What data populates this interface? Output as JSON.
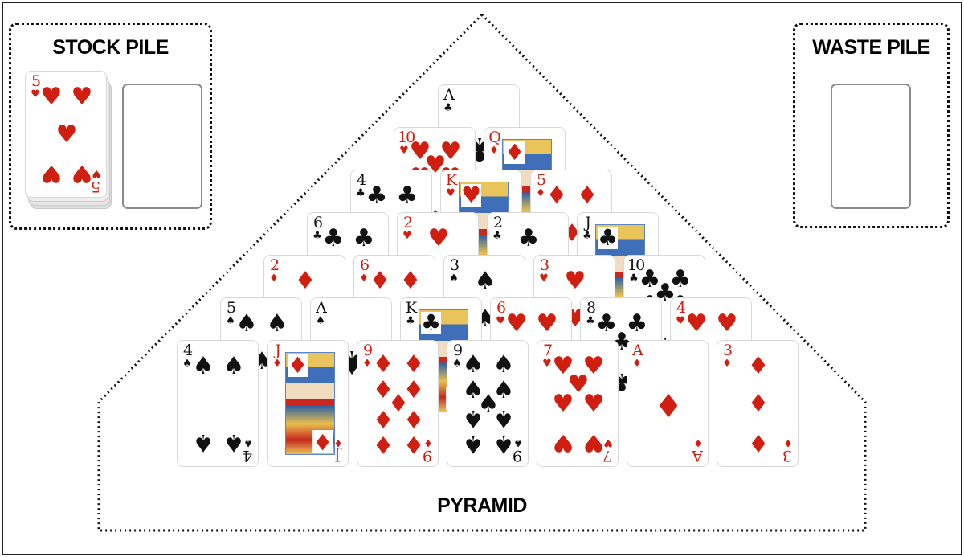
{
  "stock_pile": {
    "title": "STOCK PILE",
    "top_card": {
      "rank": "5",
      "suit": "hearts",
      "symbol": "♥",
      "color": "red"
    },
    "empty_slot": true
  },
  "waste_pile": {
    "title": "WASTE PILE",
    "empty_slot": true
  },
  "pyramid": {
    "title": "PYRAMID",
    "rows": [
      [
        {
          "rank": "A",
          "suit": "clubs",
          "symbol": "♣",
          "color": "black"
        }
      ],
      [
        {
          "rank": "10",
          "suit": "hearts",
          "symbol": "♥",
          "color": "red"
        },
        {
          "rank": "Q",
          "suit": "diamonds",
          "symbol": "♦",
          "color": "red"
        }
      ],
      [
        {
          "rank": "4",
          "suit": "clubs",
          "symbol": "♣",
          "color": "black"
        },
        {
          "rank": "K",
          "suit": "hearts",
          "symbol": "♥",
          "color": "red"
        },
        {
          "rank": "5",
          "suit": "diamonds",
          "symbol": "♦",
          "color": "red"
        }
      ],
      [
        {
          "rank": "6",
          "suit": "clubs",
          "symbol": "♣",
          "color": "black"
        },
        {
          "rank": "2",
          "suit": "hearts",
          "symbol": "♥",
          "color": "red"
        },
        {
          "rank": "2",
          "suit": "clubs",
          "symbol": "♣",
          "color": "black"
        },
        {
          "rank": "J",
          "suit": "clubs",
          "symbol": "♣",
          "color": "black"
        }
      ],
      [
        {
          "rank": "2",
          "suit": "diamonds",
          "symbol": "♦",
          "color": "red"
        },
        {
          "rank": "6",
          "suit": "diamonds",
          "symbol": "♦",
          "color": "red"
        },
        {
          "rank": "3",
          "suit": "spades",
          "symbol": "♠",
          "color": "black"
        },
        {
          "rank": "3",
          "suit": "hearts",
          "symbol": "♥",
          "color": "red"
        },
        {
          "rank": "10",
          "suit": "clubs",
          "symbol": "♣",
          "color": "black"
        }
      ],
      [
        {
          "rank": "5",
          "suit": "spades",
          "symbol": "♠",
          "color": "black"
        },
        {
          "rank": "A",
          "suit": "spades",
          "symbol": "♠",
          "color": "black"
        },
        {
          "rank": "K",
          "suit": "clubs",
          "symbol": "♣",
          "color": "black"
        },
        {
          "rank": "6",
          "suit": "hearts",
          "symbol": "♥",
          "color": "red"
        },
        {
          "rank": "8",
          "suit": "clubs",
          "symbol": "♣",
          "color": "black"
        },
        {
          "rank": "4",
          "suit": "hearts",
          "symbol": "♥",
          "color": "red"
        }
      ],
      [
        {
          "rank": "4",
          "suit": "spades",
          "symbol": "♠",
          "color": "black"
        },
        {
          "rank": "J",
          "suit": "diamonds",
          "symbol": "♦",
          "color": "red"
        },
        {
          "rank": "9",
          "suit": "diamonds",
          "symbol": "♦",
          "color": "red"
        },
        {
          "rank": "9",
          "suit": "spades",
          "symbol": "♠",
          "color": "black"
        },
        {
          "rank": "7",
          "suit": "hearts",
          "symbol": "♥",
          "color": "red"
        },
        {
          "rank": "A",
          "suit": "diamonds",
          "symbol": "♦",
          "color": "red"
        },
        {
          "rank": "3",
          "suit": "diamonds",
          "symbol": "♦",
          "color": "red"
        }
      ]
    ]
  },
  "colors": {
    "red_suit": "#d01e10",
    "black_suit": "#111111",
    "card_border": "#d8d8d8",
    "slot_border": "#8a8a8a"
  }
}
